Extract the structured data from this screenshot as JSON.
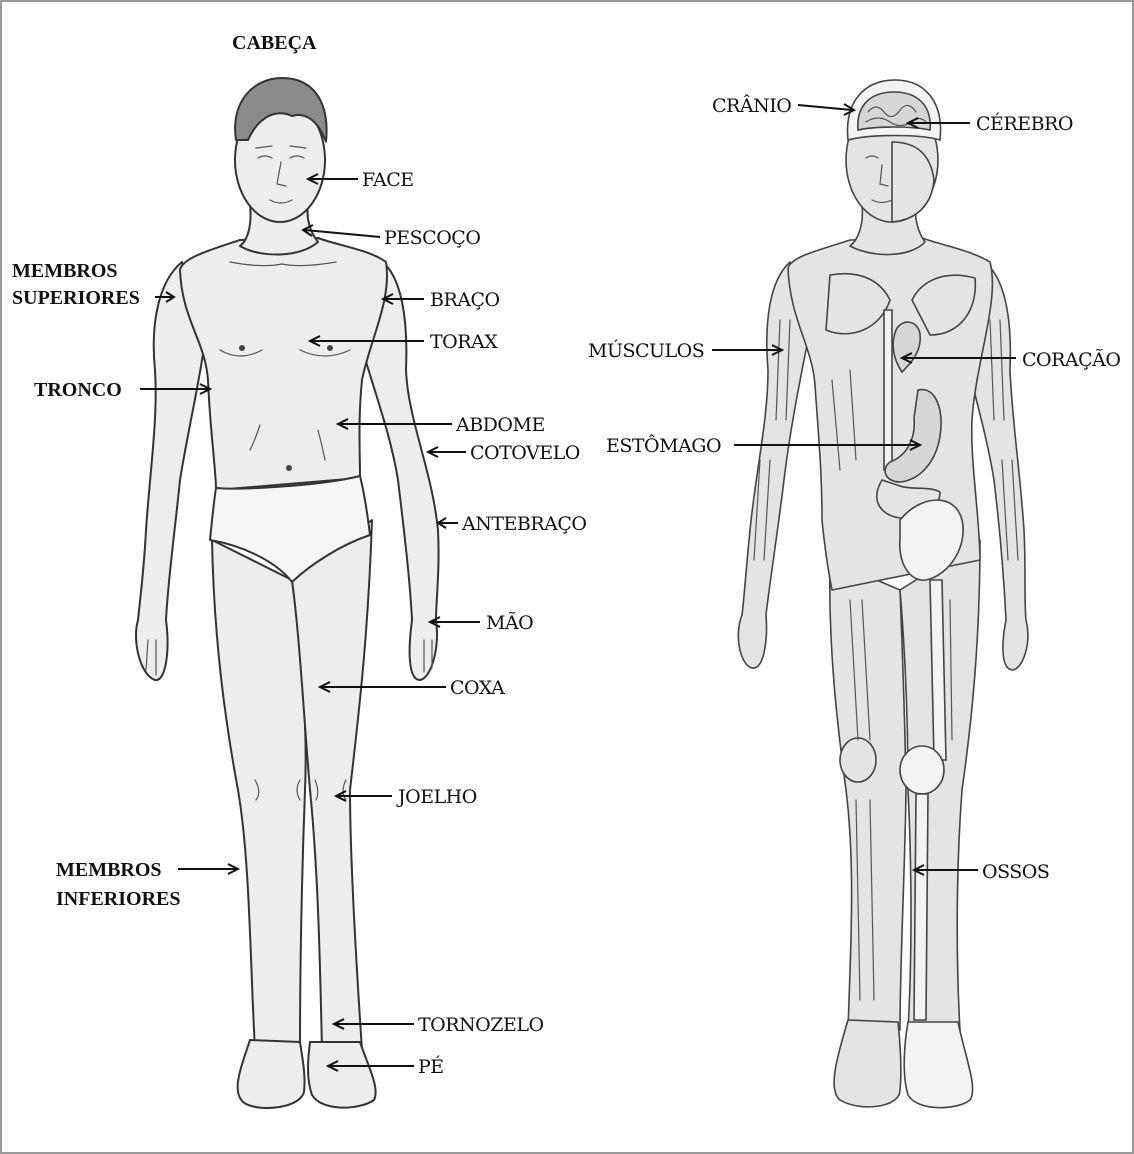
{
  "labels": {
    "cabeca": "CABEÇA",
    "face": "FACE",
    "pescoco": "PESCOÇO",
    "membros_superiores_1": "MEMBROS",
    "membros_superiores_2": "SUPERIORES",
    "braco": "BRAÇO",
    "torax": "TORAX",
    "tronco": "TRONCO",
    "abdome": "ABDOME",
    "cotovelo": "COTOVELO",
    "antebraco": "ANTEBRAÇO",
    "mao": "MÃO",
    "coxa": "COXA",
    "joelho": "JOELHO",
    "membros_inferiores_1": "MEMBROS",
    "membros_inferiores_2": "INFERIORES",
    "tornozelo": "TORNOZELO",
    "pe": "PÉ",
    "cranio": "CRÂNIO",
    "cerebro": "CÉREBRO",
    "musculos": "MÚSCULOS",
    "coracao": "CORAÇÃO",
    "estomago": "ESTÔMAGO",
    "ossos": "OSSOS"
  },
  "colors": {
    "ink": "#111111",
    "skin": "#ededed",
    "hair": "#8a8a8a",
    "organ": "#d6d6d6"
  }
}
